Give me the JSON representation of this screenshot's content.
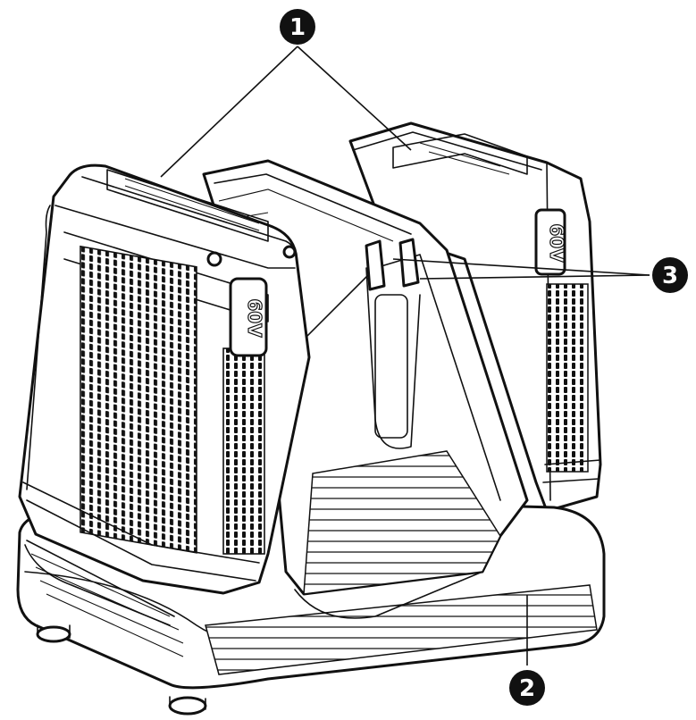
{
  "callouts": [
    {
      "number": "1"
    },
    {
      "number": "2"
    },
    {
      "number": "3"
    }
  ],
  "battery_label": "60V"
}
